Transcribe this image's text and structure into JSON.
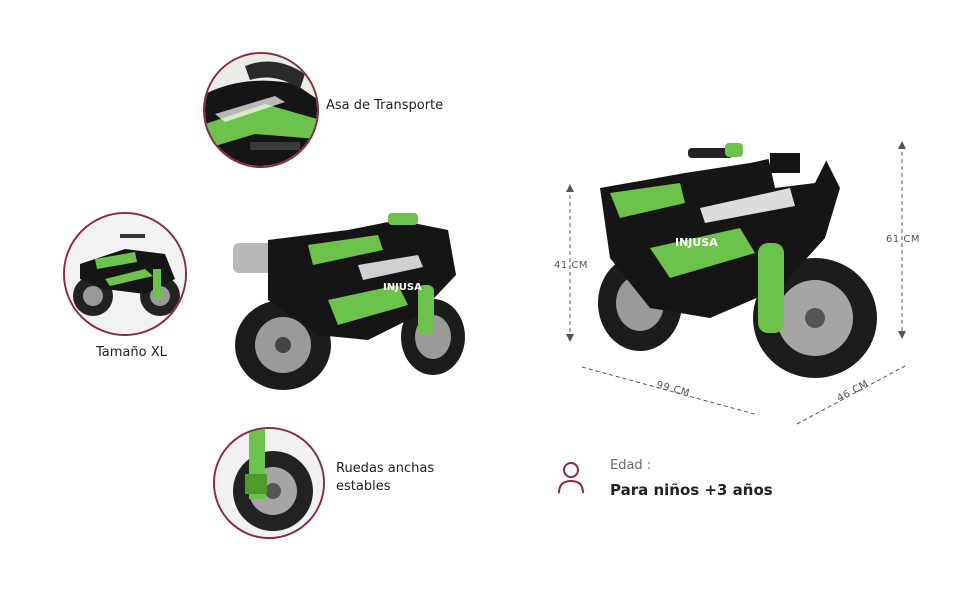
{
  "features": {
    "handle": {
      "label": "Asa de Transporte",
      "icon": "carry-handle-closeup"
    },
    "size": {
      "label": "Tamaño XL",
      "icon": "bike-side-closeup"
    },
    "wheels": {
      "label_line1": "Ruedas anchas",
      "label_line2": "estables",
      "icon": "wheel-closeup"
    }
  },
  "product": {
    "brand_text": "INJUSA",
    "colors": {
      "primary": "#6cc24a",
      "dark": "#1a1a1a",
      "accent": "#8a2b45",
      "wheel": "#2a2a2a",
      "rim": "#9a9a9a"
    }
  },
  "dimensions": {
    "height_front": "61 CM",
    "height_seat": "41 CM",
    "length": "99 CM",
    "width": "46 CM"
  },
  "age": {
    "icon": "person-icon",
    "label": "Edad :",
    "value": "Para niños +3 años"
  }
}
